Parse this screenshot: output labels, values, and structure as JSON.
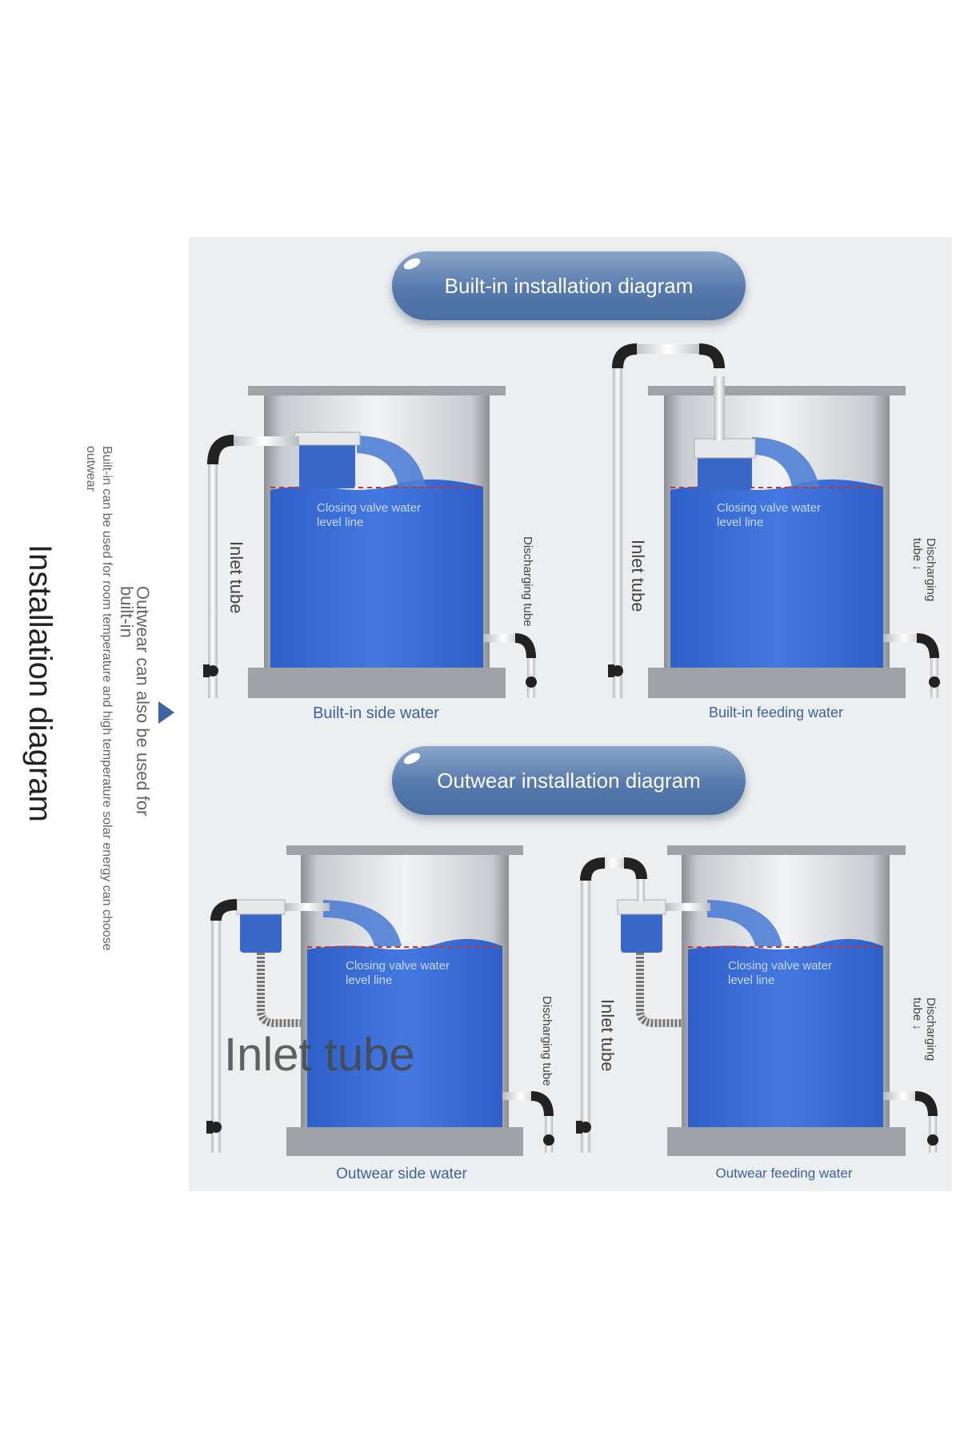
{
  "side": {
    "title": "Installation diagram",
    "note_outwear": "Outwear can also be used for built-in",
    "note_builtin": "Built-in can be used for room temperature and high temperature solar energy can choose outwear"
  },
  "builtin": {
    "header": "Built-in installation diagram",
    "side_water": {
      "caption": "Built-in side water",
      "level_label": "Closing valve water level line",
      "inlet_label": "Inlet tube",
      "discharge_label": "Discharging tube"
    },
    "feeding_water": {
      "caption": "Built-in feeding water",
      "level_label": "Closing valve water level line",
      "inlet_label": "Inlet tube",
      "discharge_label": "Discharging tube ↓"
    }
  },
  "outwear": {
    "header": "Outwear installation diagram",
    "side_water": {
      "caption": "Outwear side water",
      "level_label": "Closing valve water level line",
      "inlet_label": "Inlet tube",
      "discharge_label": "Discharging tube"
    },
    "feeding_water": {
      "caption": "Outwear feeding water",
      "level_label": "Closing valve water level line",
      "inlet_label": "Inlet tube",
      "discharge_label": "Discharging tube ↓"
    }
  },
  "colors": {
    "water": "#3f6fd8",
    "level_line": "#c0392b",
    "pill": "#5679ad",
    "caption": "#3d63a0"
  }
}
